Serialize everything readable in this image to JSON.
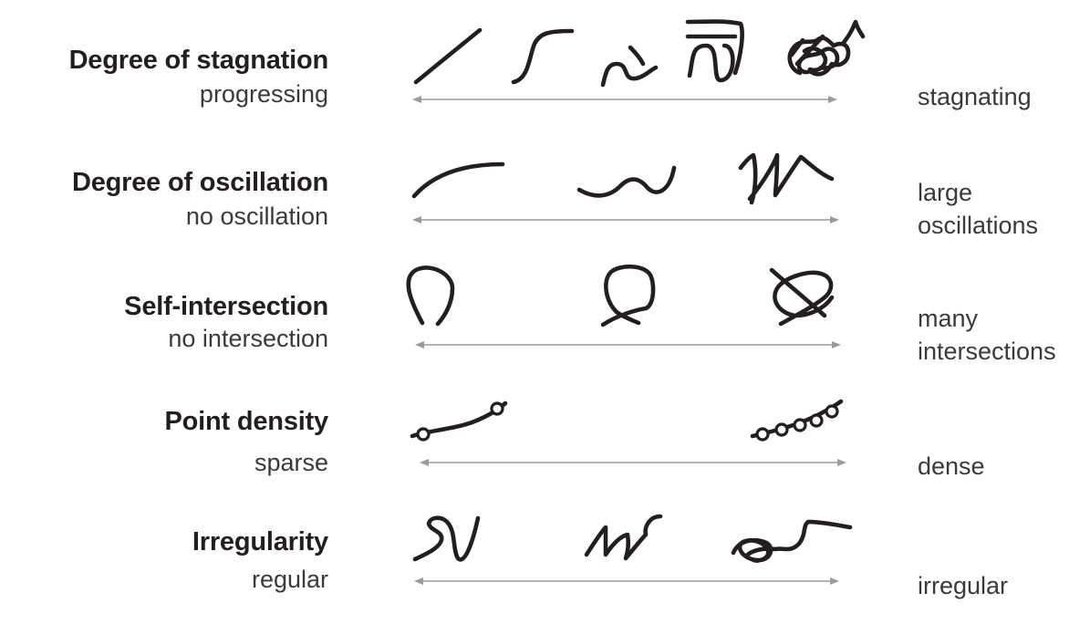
{
  "rows": [
    {
      "title": "Degree of stagnation",
      "low": "progressing",
      "high": "stagnating"
    },
    {
      "title": "Degree of oscillation",
      "low": "no oscillation",
      "high": "large oscillations"
    },
    {
      "title": "Self-intersection",
      "low": "no intersection",
      "high": "many intersections"
    },
    {
      "title": "Point density",
      "low": "sparse",
      "high": "dense"
    },
    {
      "title": "Irregularity",
      "low": "regular",
      "high": "irregular"
    }
  ],
  "colors": {
    "text": "#231f20",
    "axis": "#9a9a9a"
  }
}
